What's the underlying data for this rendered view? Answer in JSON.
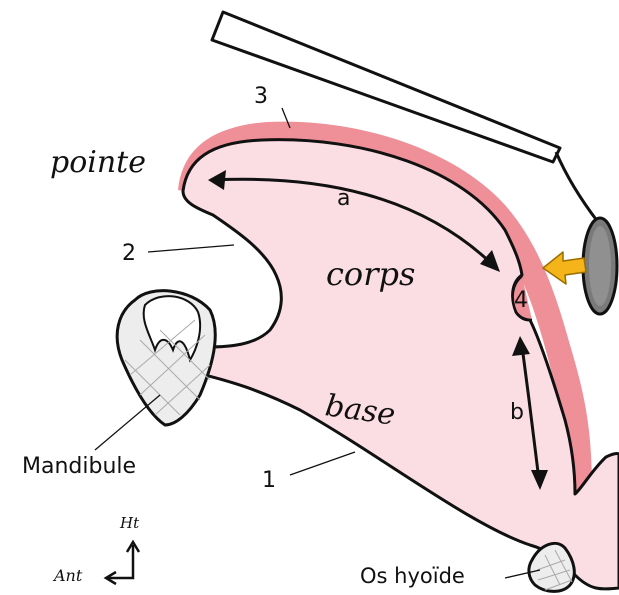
{
  "labels": {
    "pointe": "pointe",
    "corps": "corps",
    "base": "base",
    "mandibule": "Mandibule",
    "os_hyoide": "Os hyoïde",
    "n1": "1",
    "n2": "2",
    "n3": "3",
    "n4": "4",
    "a": "a",
    "b": "b",
    "ht": "Ht",
    "ant": "Ant"
  },
  "colors": {
    "tongue_fill": "#fbdde4",
    "highlight": "#ef8f98",
    "arrow_yellow": "#f4b41a",
    "tooth_fill": "#ededed",
    "probe_fill": "#7a7a7a"
  },
  "icons": {
    "ultrasound_probe": "probe-icon",
    "direction_arrow": "yellow-arrow-icon",
    "orientation": "orientation-axes-icon"
  }
}
